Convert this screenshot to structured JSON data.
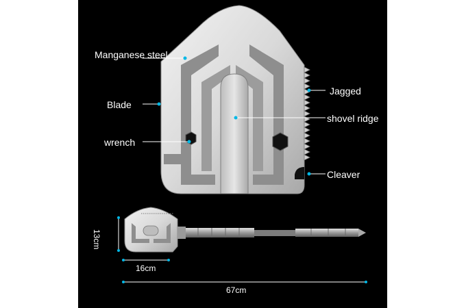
{
  "image": {
    "subject": "folding shovel",
    "background_color": "#000000",
    "accent_color": "#00b8e6",
    "labels": {
      "manganese_steel": "Manganese steel",
      "blade": "Blade",
      "wrench": "wrench",
      "jagged": "Jagged",
      "shovel_ridge": "shovel ridge",
      "cleaver": "Cleaver"
    },
    "dimensions": {
      "height": "13cm",
      "width": "16cm",
      "length": "67cm"
    }
  }
}
